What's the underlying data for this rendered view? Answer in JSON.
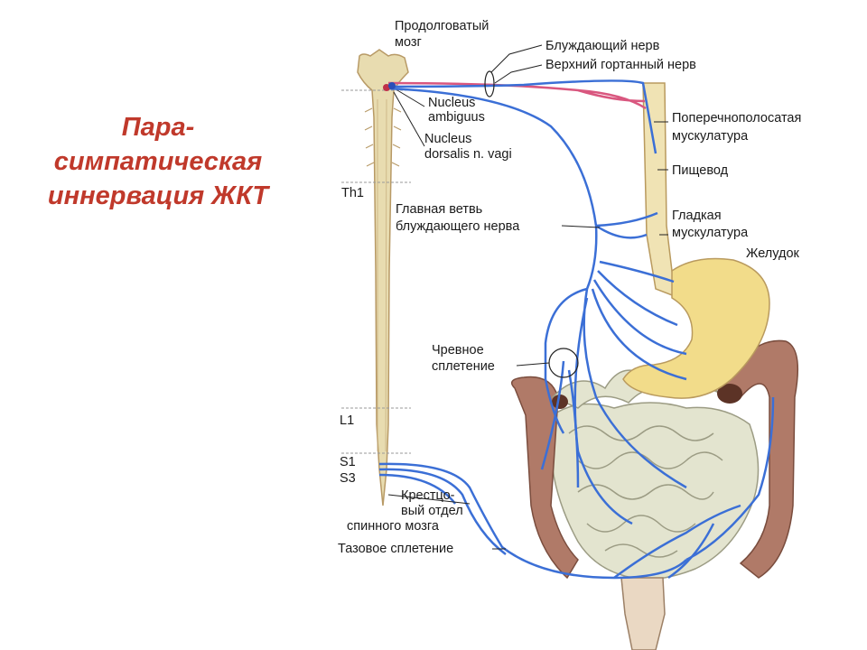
{
  "title": {
    "line1": "Пара-",
    "line2": "симпатическая",
    "line3": "иннервация ЖКТ"
  },
  "labels": {
    "medulla": [
      "Продолговатый",
      "мозг"
    ],
    "vagus": "Блуждающий нерв",
    "laryngeal": "Верхний гортанный нерв",
    "ambiguus": [
      "Nucleus",
      "ambiguus"
    ],
    "dorsalis": [
      "Nucleus",
      "dorsalis n. vagi"
    ],
    "striated": [
      "Поперечнополосатая",
      "мускулатура"
    ],
    "esophagus": "Пищевод",
    "main_branch": [
      "Главная ветвь",
      "блуждающего нерва"
    ],
    "smooth": [
      "Гладкая",
      "мускулатура"
    ],
    "stomach": "Желудок",
    "celiac": [
      "Чревное",
      "сплетение"
    ],
    "sacral": [
      "Крестцо-",
      "вый отдел",
      "спинного мозга"
    ],
    "pelvic": "Тазовое сплетение"
  },
  "levels": {
    "th1": "Th1",
    "l1": "L1",
    "s1": "S1",
    "s3": "S3"
  },
  "colors": {
    "title": "#c0392b",
    "nerve": "#3b6fd6",
    "laryngeal": "#d9577f",
    "spine": "#e8dcb0",
    "stomach": "#f2dc8a",
    "intestine": "#e3e4cf",
    "colon": "#b07a68"
  }
}
